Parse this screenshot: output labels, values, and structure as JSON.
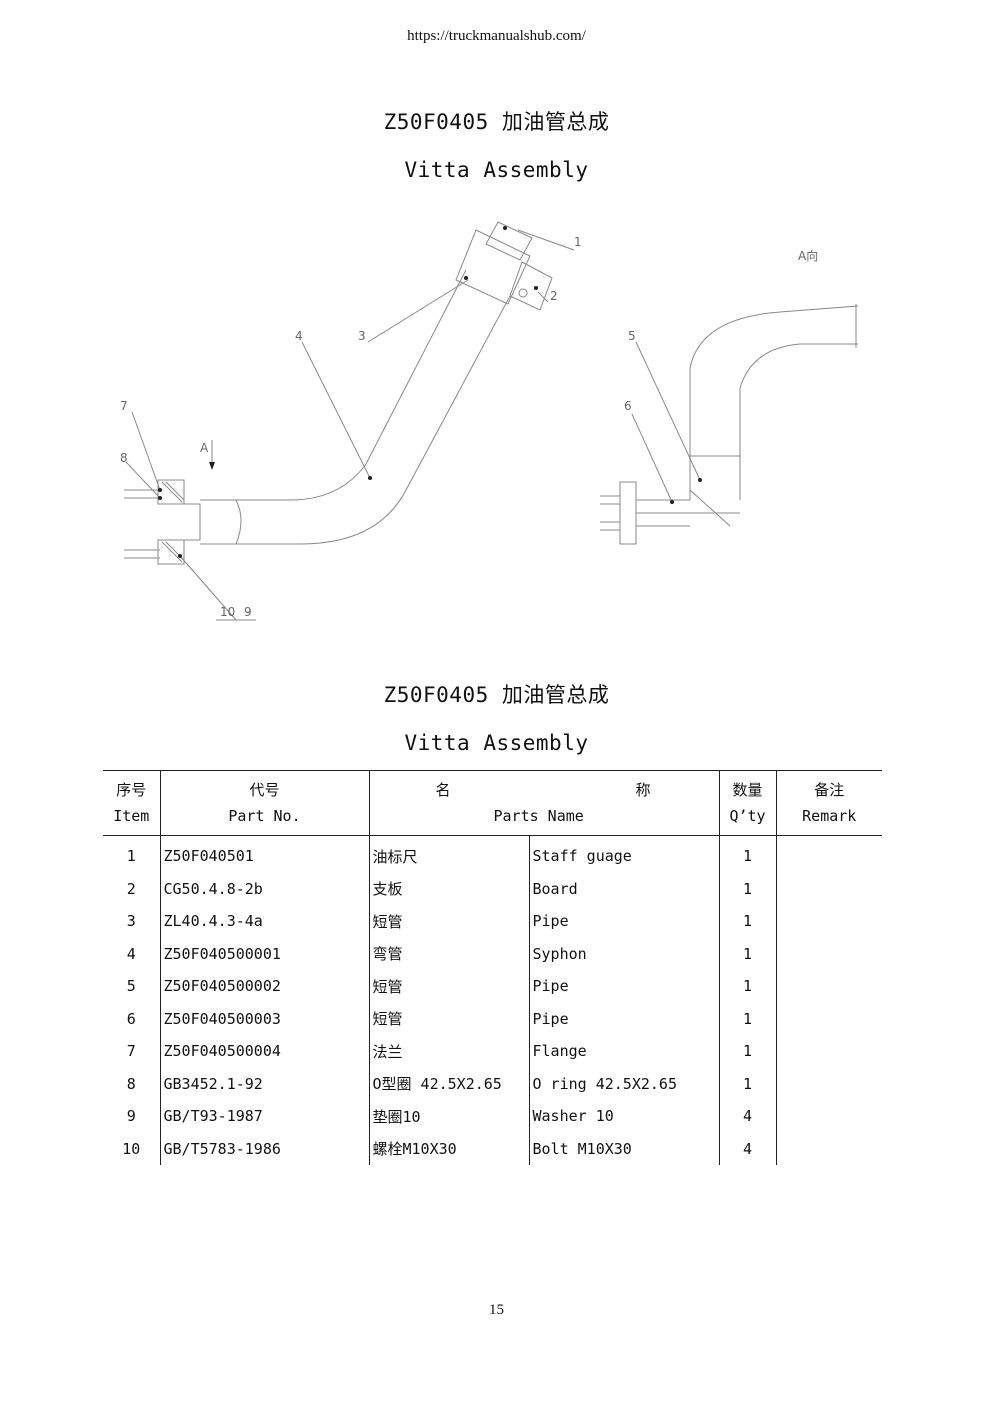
{
  "header": {
    "url": "https://truckmanualshub.com/"
  },
  "title": {
    "code_cn": "Z50F0405  加油管总成",
    "en": "Vitta  Assembly"
  },
  "diagram": {
    "callouts": [
      "1",
      "2",
      "3",
      "4",
      "5",
      "6",
      "7",
      "8",
      "10",
      "9"
    ],
    "view_label_a": "A",
    "view_label_a_dir": "A向"
  },
  "table": {
    "headers": {
      "item_cn": "序号",
      "item_en": "Item",
      "part_cn": "代号",
      "part_en": "Part No.",
      "name_cn_1": "名",
      "name_cn_2": "称",
      "name_en": "Parts Name",
      "qty_cn": "数量",
      "qty_en": "Q’ty",
      "remark_cn": "备注",
      "remark_en": "Remark"
    },
    "rows": [
      {
        "item": "1",
        "part": "Z50F040501",
        "cn": "油标尺",
        "en": "Staff  guage",
        "qty": "1",
        "remark": ""
      },
      {
        "item": "2",
        "part": "CG50.4.8-2b",
        "cn": "支板",
        "en": "Board",
        "qty": "1",
        "remark": ""
      },
      {
        "item": "3",
        "part": "ZL40.4.3-4a",
        "cn": "短管",
        "en": "Pipe",
        "qty": "1",
        "remark": ""
      },
      {
        "item": "4",
        "part": "Z50F040500001",
        "cn": "弯管",
        "en": "Syphon",
        "qty": "1",
        "remark": ""
      },
      {
        "item": "5",
        "part": "Z50F040500002",
        "cn": "短管",
        "en": "Pipe",
        "qty": "1",
        "remark": ""
      },
      {
        "item": "6",
        "part": "Z50F040500003",
        "cn": "短管",
        "en": "Pipe",
        "qty": "1",
        "remark": ""
      },
      {
        "item": "7",
        "part": "Z50F040500004",
        "cn": "法兰",
        "en": "Flange",
        "qty": "1",
        "remark": ""
      },
      {
        "item": "8",
        "part": "GB3452.1-92",
        "cn": "O型圈 42.5X2.65",
        "en": "O ring 42.5X2.65",
        "qty": "1",
        "remark": ""
      },
      {
        "item": "9",
        "part": "GB/T93-1987",
        "cn": "垫圈10",
        "en": "Washer 10",
        "qty": "4",
        "remark": ""
      },
      {
        "item": "10",
        "part": "GB/T5783-1986",
        "cn": "螺栓M10X30",
        "en": "Bolt M10X30",
        "qty": "4",
        "remark": ""
      }
    ]
  },
  "footer": {
    "page": "15"
  }
}
